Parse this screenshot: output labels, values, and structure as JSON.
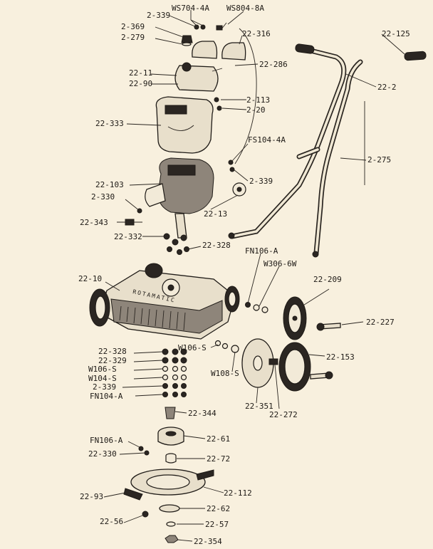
{
  "diagram": {
    "type": "exploded parts diagram",
    "subject": "rotary lawn mower",
    "casting_text": "ROTAMATIC",
    "labels": [
      {
        "id": "ws704",
        "text": "WS704-4A"
      },
      {
        "id": "ws804",
        "text": "WS804-8A"
      },
      {
        "id": "p22_339_top",
        "text": "2-339"
      },
      {
        "id": "p2_369",
        "text": "2-369"
      },
      {
        "id": "p2_279",
        "text": "2-279"
      },
      {
        "id": "p22_316",
        "text": "22-316"
      },
      {
        "id": "p22_125",
        "text": "22-125"
      },
      {
        "id": "p22_286",
        "text": "22-286"
      },
      {
        "id": "p22_11",
        "text": "22-11"
      },
      {
        "id": "p22_90",
        "text": "22-90"
      },
      {
        "id": "p22_2",
        "text": "22-2"
      },
      {
        "id": "p2_113",
        "text": "2-113"
      },
      {
        "id": "p2_20",
        "text": "2-20"
      },
      {
        "id": "p22_333",
        "text": "22-333"
      },
      {
        "id": "fs104",
        "text": "FS104-4A"
      },
      {
        "id": "p2_275",
        "text": "2-275"
      },
      {
        "id": "p2_339_mid",
        "text": "2-339"
      },
      {
        "id": "p22_103",
        "text": "22-103"
      },
      {
        "id": "p2_330_top",
        "text": "2-330"
      },
      {
        "id": "p22_13",
        "text": "22-13"
      },
      {
        "id": "p22_343",
        "text": "22-343"
      },
      {
        "id": "p22_332",
        "text": "22-332"
      },
      {
        "id": "p22_328_top",
        "text": "22-328"
      },
      {
        "id": "fn106_top",
        "text": "FN106-A"
      },
      {
        "id": "w306",
        "text": "W306-6W"
      },
      {
        "id": "p22_10",
        "text": "22-10"
      },
      {
        "id": "p22_209",
        "text": "22-209"
      },
      {
        "id": "p22_227",
        "text": "22-227"
      },
      {
        "id": "p22_328_b",
        "text": "22-328"
      },
      {
        "id": "p22_329",
        "text": "22-329"
      },
      {
        "id": "w106_left",
        "text": "W106-S"
      },
      {
        "id": "w104",
        "text": "W104-S"
      },
      {
        "id": "p2_339_b",
        "text": "2-339"
      },
      {
        "id": "fn104",
        "text": "FN104-A"
      },
      {
        "id": "w106_mid",
        "text": "W106-S"
      },
      {
        "id": "w108",
        "text": "W108-S"
      },
      {
        "id": "p22_153",
        "text": "22-153"
      },
      {
        "id": "p22_351",
        "text": "22-351"
      },
      {
        "id": "p22_272",
        "text": "22-272"
      },
      {
        "id": "p22_344",
        "text": "22-344"
      },
      {
        "id": "fn106_bottom",
        "text": "FN106-A"
      },
      {
        "id": "p22_61",
        "text": "22-61"
      },
      {
        "id": "p22_330_b",
        "text": "22-330"
      },
      {
        "id": "p22_72",
        "text": "22-72"
      },
      {
        "id": "p22_112",
        "text": "22-112"
      },
      {
        "id": "p22_93",
        "text": "22-93"
      },
      {
        "id": "p22_62",
        "text": "22-62"
      },
      {
        "id": "p22_56",
        "text": "22-56"
      },
      {
        "id": "p22_57",
        "text": "22-57"
      },
      {
        "id": "p22_354",
        "text": "22-354"
      }
    ]
  }
}
